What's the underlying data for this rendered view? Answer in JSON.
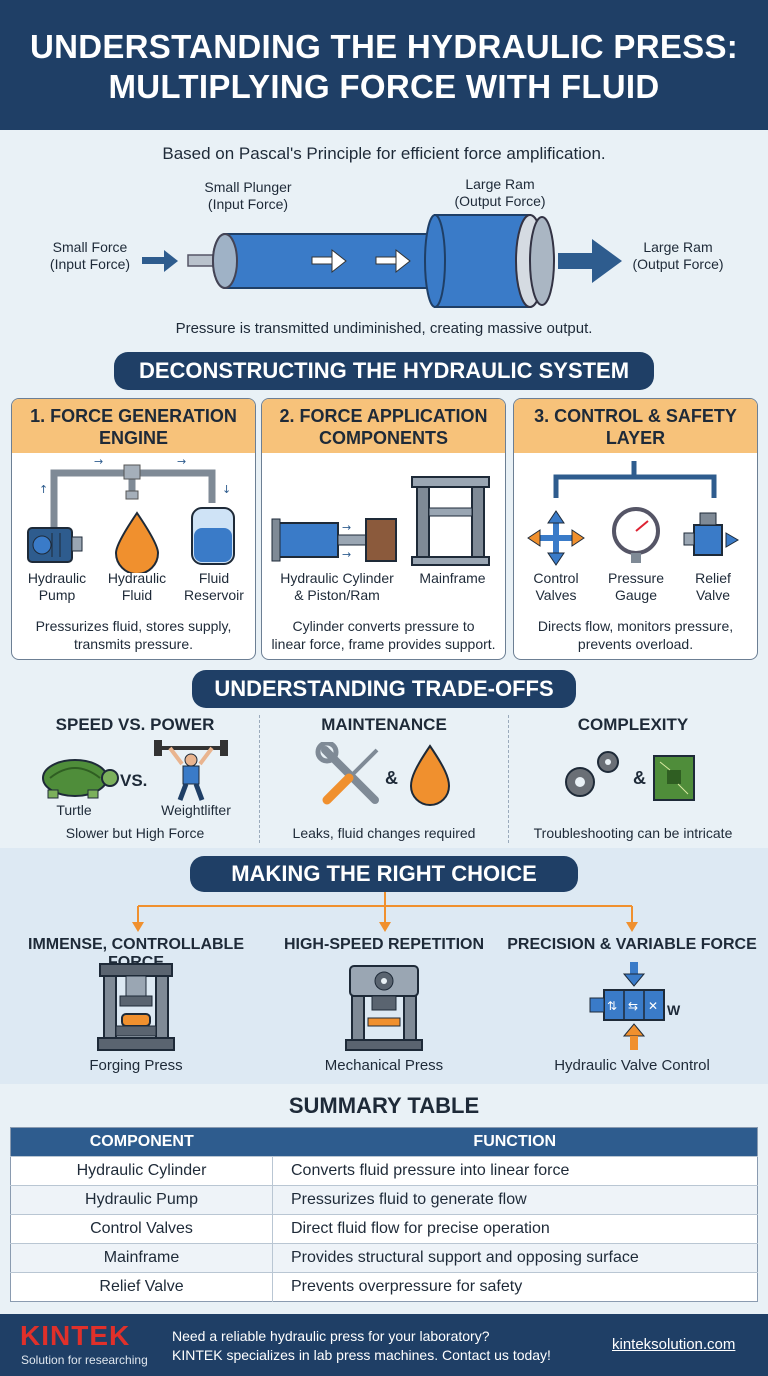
{
  "header": {
    "title_line1": "UNDERSTANDING THE HYDRAULIC PRESS:",
    "title_line2": "MULTIPLYING FORCE WITH FLUID"
  },
  "intro": {
    "subtitle": "Based on Pascal's Principle for efficient force amplification.",
    "small_plunger_l1": "Small Plunger",
    "small_plunger_l2": "(Input Force)",
    "large_ram_top_l1": "Large Ram",
    "large_ram_top_l2": "(Output Force)",
    "small_force_l1": "Small Force",
    "small_force_l2": "(Input Force)",
    "large_ram_right_l1": "Large Ram",
    "large_ram_right_l2": "(Output Force)",
    "caption": "Pressure is transmitted undiminished, creating massive output."
  },
  "deconstruct": {
    "heading": "DECONSTRUCTING THE HYDRAULIC SYSTEM",
    "panels": [
      {
        "title_l1": "1. FORCE GENERATION",
        "title_l2": "ENGINE",
        "items": [
          [
            "Hydraulic",
            "Pump"
          ],
          [
            "Hydraulic",
            "Fluid"
          ],
          [
            "Fluid",
            "Reservoir"
          ]
        ],
        "desc_l1": "Pressurizes fluid, stores supply,",
        "desc_l2": "transmits pressure."
      },
      {
        "title_l1": "2. FORCE APPLICATION",
        "title_l2": "COMPONENTS",
        "items": [
          [
            "Hydraulic Cylinder",
            "& Piston/Ram"
          ],
          [
            "Mainframe",
            ""
          ]
        ],
        "desc_l1": "Cylinder converts pressure to",
        "desc_l2": "linear force, frame provides support."
      },
      {
        "title_l1": "3. CONTROL & SAFETY",
        "title_l2": "LAYER",
        "items": [
          [
            "Control",
            "Valves"
          ],
          [
            "Pressure",
            "Gauge"
          ],
          [
            "Relief",
            "Valve"
          ]
        ],
        "desc_l1": "Directs flow, monitors pressure,",
        "desc_l2": "prevents overload."
      }
    ]
  },
  "tradeoffs": {
    "heading": "UNDERSTANDING TRADE-OFFS",
    "speed": {
      "title": "SPEED VS. POWER",
      "vs": "VS.",
      "left": "Turtle",
      "right": "Weightlifter",
      "caption": "Slower but High Force"
    },
    "maintenance": {
      "title": "MAINTENANCE",
      "amp": "&",
      "caption": "Leaks, fluid changes required"
    },
    "complexity": {
      "title": "COMPLEXITY",
      "amp": "&",
      "caption": "Troubleshooting can be intricate"
    }
  },
  "choice": {
    "heading": "MAKING THE RIGHT CHOICE",
    "options": [
      {
        "title": "IMMENSE, CONTROLLABLE FORCE",
        "caption": "Forging Press"
      },
      {
        "title": "HIGH-SPEED REPETITION",
        "caption": "Mechanical Press"
      },
      {
        "title": "PRECISION & VARIABLE FORCE",
        "caption": "Hydraulic Valve Control",
        "valve_mark": "W"
      }
    ]
  },
  "summary": {
    "heading": "SUMMARY TABLE",
    "col1": "COMPONENT",
    "col2": "FUNCTION",
    "rows": [
      [
        "Hydraulic Cylinder",
        "Converts fluid pressure into linear force"
      ],
      [
        "Hydraulic Pump",
        "Pressurizes fluid to generate flow"
      ],
      [
        "Control Valves",
        "Direct fluid flow for precise operation"
      ],
      [
        "Mainframe",
        "Provides structural support and opposing surface"
      ],
      [
        "Relief Valve",
        "Prevents overpressure for safety"
      ]
    ]
  },
  "footer": {
    "brand": "KINTEK",
    "tagline": "Solution for researching",
    "cta_l1": "Need a reliable hydraulic press for your laboratory?",
    "cta_l2": "KINTEK specializes in lab press machines. Contact us today!",
    "url": "kinteksolution.com"
  },
  "colors": {
    "navy": "#1f3f66",
    "blue": "#3a7bc8",
    "orange": "#f0902e",
    "panel_head": "#f7c27a",
    "brand_red": "#e0302a"
  }
}
